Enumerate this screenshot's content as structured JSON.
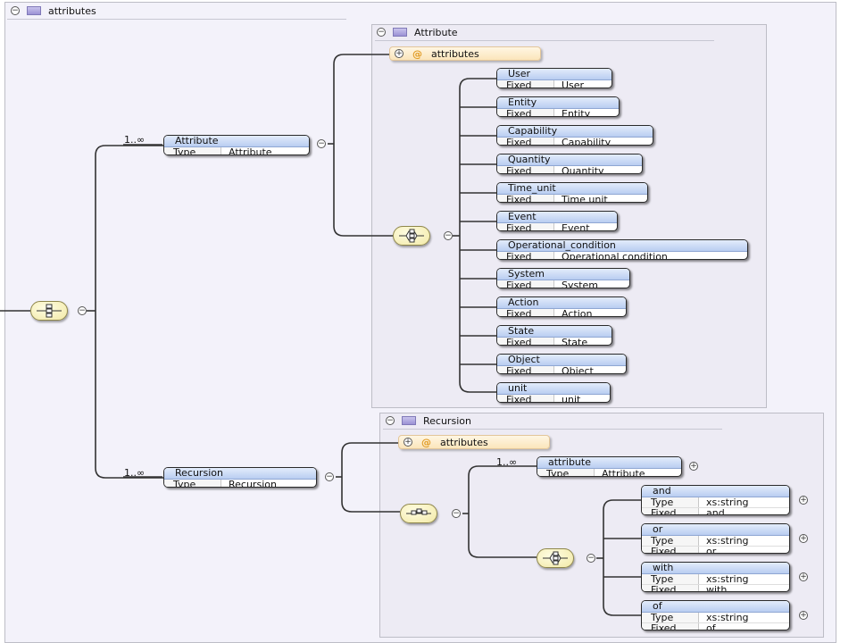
{
  "root": {
    "label": "attributes"
  },
  "attribute_element": {
    "name": "Attribute",
    "type_key": "Type",
    "type_value": "Attribute",
    "cardinality": "1..∞",
    "complex_type_label": "Attribute",
    "attributes_label": "attributes",
    "children": [
      {
        "name": "User",
        "key": "Fixed",
        "value": "User"
      },
      {
        "name": "Entity",
        "key": "Fixed",
        "value": "Entity"
      },
      {
        "name": "Capability",
        "key": "Fixed",
        "value": "Capability"
      },
      {
        "name": "Quantity",
        "key": "Fixed",
        "value": "Quantity"
      },
      {
        "name": "Time_unit",
        "key": "Fixed",
        "value": "Time unit"
      },
      {
        "name": "Event",
        "key": "Fixed",
        "value": "Event"
      },
      {
        "name": "Operational_condition",
        "key": "Fixed",
        "value": "Operational condition"
      },
      {
        "name": "System",
        "key": "Fixed",
        "value": "System"
      },
      {
        "name": "Action",
        "key": "Fixed",
        "value": "Action"
      },
      {
        "name": "State",
        "key": "Fixed",
        "value": "State"
      },
      {
        "name": "Object",
        "key": "Fixed",
        "value": "Object"
      },
      {
        "name": "unit",
        "key": "Fixed",
        "value": "unit"
      }
    ]
  },
  "recursion_element": {
    "name": "Recursion",
    "type_key": "Type",
    "type_value": "Recursion",
    "cardinality": "1..∞",
    "complex_type_label": "Recursion",
    "attributes_label": "attributes",
    "attribute_child": {
      "name": "attribute",
      "type_key": "Type",
      "type_value": "Attribute",
      "cardinality": "1..∞"
    },
    "connectors": [
      {
        "name": "and",
        "type_key": "Type",
        "type_value": "xs:string",
        "fixed_key": "Fixed",
        "fixed_value": "and"
      },
      {
        "name": "or",
        "type_key": "Type",
        "type_value": "xs:string",
        "fixed_key": "Fixed",
        "fixed_value": "or"
      },
      {
        "name": "with",
        "type_key": "Type",
        "type_value": "xs:string",
        "fixed_key": "Fixed",
        "fixed_value": "with"
      },
      {
        "name": "of",
        "type_key": "Type",
        "type_value": "xs:string",
        "fixed_key": "Fixed",
        "fixed_value": "of"
      }
    ]
  },
  "colors": {
    "outer_frame": "#f3f2fa",
    "inner_frame": "#edebf4",
    "element_header": "#c3d4f3",
    "attributes_box": "#fbe5bb",
    "compositor": "#f5eeb6",
    "line": "#333333"
  }
}
